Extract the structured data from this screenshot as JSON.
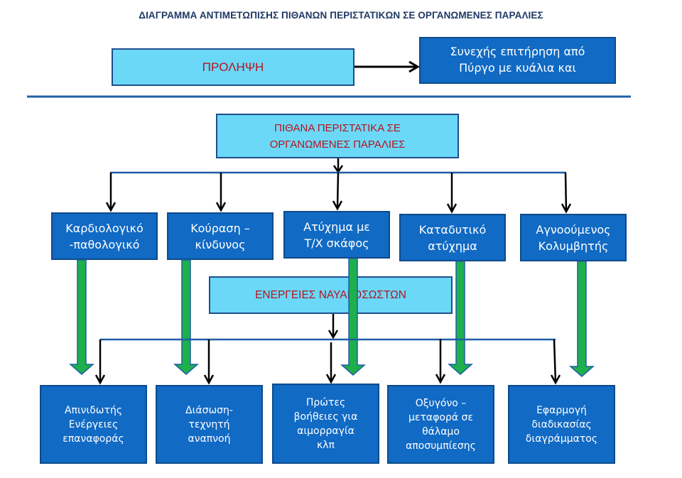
{
  "title": "ΔΙΑΓΡΑΜΜΑ ΑΝΤΙΜΕΤΩΠΙΣΗΣ ΠΙΘΑΝΩΝ ΠΕΡΙΣΤΑΤΙΚΩΝ ΣΕ ΟΡΓΑΝΩΜΕΝΕΣ ΠΑΡΑΛΙΕΣ",
  "prevention": {
    "label": "ΠΡΟΛΗΨΗ",
    "action": "Συνεχής επιτήρηση  από\nΠύργο με κυάλια και"
  },
  "incidents_header": "ΠΙΘΑΝΑ ΠΕΡΙΣΤΑΤΙΚΑ ΣΕ\nΟΡΓΑΝΩΜΕΝΕΣ ΠΑΡΑΛΙΕΣ",
  "incidents": [
    {
      "label": "Καρδιολογικό\n-παθολογικό"
    },
    {
      "label": "Κούραση –\nκίνδυνος"
    },
    {
      "label": "Ατύχημα  με\nΤ/Χ σκάφος"
    },
    {
      "label": "Καταδυτικό\nατύχημα"
    },
    {
      "label": "Αγνοούμενος\nΚολυμβητής"
    }
  ],
  "actions_header": "ΕΝΕΡΓΕΙΕΣ ΝΑΥΑΓΟΣΩΣΤΩΝ",
  "actions": [
    {
      "label": "Απινιδωτής\nΕνέργειες\nεπαναφοράς"
    },
    {
      "label": "Διάσωση-\nτεχνητή\nαναπνοή"
    },
    {
      "label": "Πρώτες\nβοήθειες για\nαιμορραγία\nκλπ"
    },
    {
      "label": "Οξυγόνο –\nμεταφορά σε\nθάλαμο\nαποσυμπίεσης"
    },
    {
      "label": "Εφαρμογή\nδιαδικασίας\nδιαγράμματος"
    }
  ],
  "colors": {
    "light_box": "#6cd8f7",
    "dark_box": "#116ac4",
    "header_text": "#b3141e",
    "title_text": "#1f3864",
    "connector_line": "#1f5fa8",
    "green_arrow": "#1db04b"
  }
}
